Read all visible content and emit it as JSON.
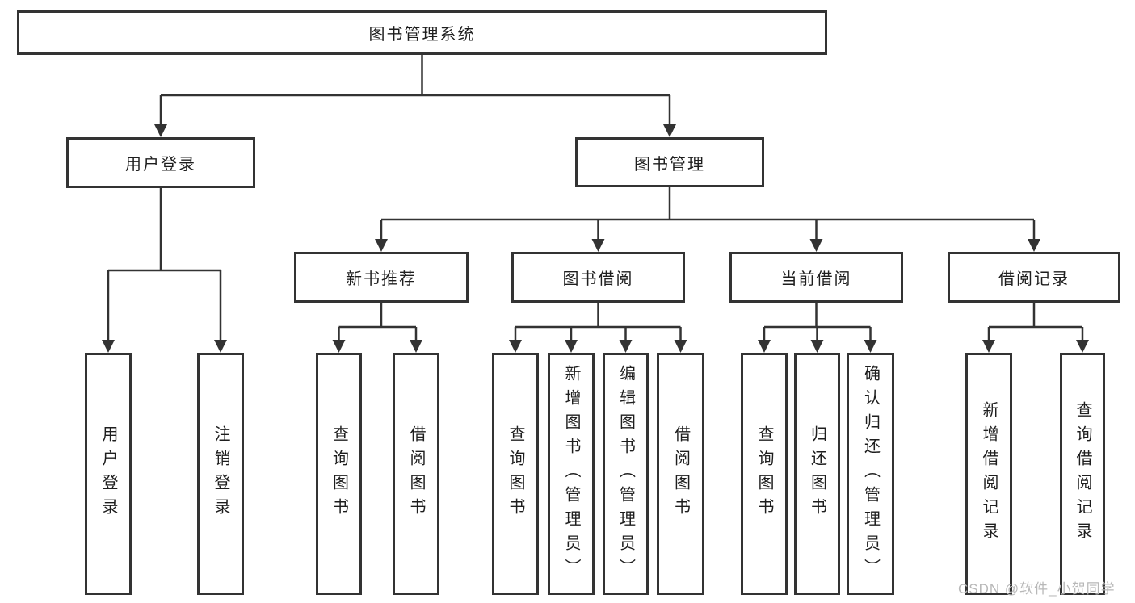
{
  "tree": {
    "label": "图书管理系统",
    "children": [
      {
        "label": "用户登录",
        "children": [
          {
            "label": "用户登录"
          },
          {
            "label": "注销登录"
          }
        ]
      },
      {
        "label": "图书管理",
        "children": [
          {
            "label": "新书推荐",
            "children": [
              {
                "label": "查询图书"
              },
              {
                "label": "借阅图书"
              }
            ]
          },
          {
            "label": "图书借阅",
            "children": [
              {
                "label": "查询图书"
              },
              {
                "label": "新增图书（管理员）"
              },
              {
                "label": "编辑图书（管理员）"
              },
              {
                "label": "借阅图书"
              }
            ]
          },
          {
            "label": "当前借阅",
            "children": [
              {
                "label": "查询图书"
              },
              {
                "label": "归还图书"
              },
              {
                "label": "确认归还（管理员）"
              }
            ]
          },
          {
            "label": "借阅记录",
            "children": [
              {
                "label": "新增借阅记录"
              },
              {
                "label": "查询借阅记录"
              }
            ]
          }
        ]
      }
    ]
  },
  "watermark": {
    "text": "CSDN @软件_小贺同学"
  },
  "colors": {
    "line": "#333333",
    "box_border": "#333333",
    "text": "#1e1e1e",
    "watermark": "#b8b8b8",
    "background": "#ffffff"
  }
}
